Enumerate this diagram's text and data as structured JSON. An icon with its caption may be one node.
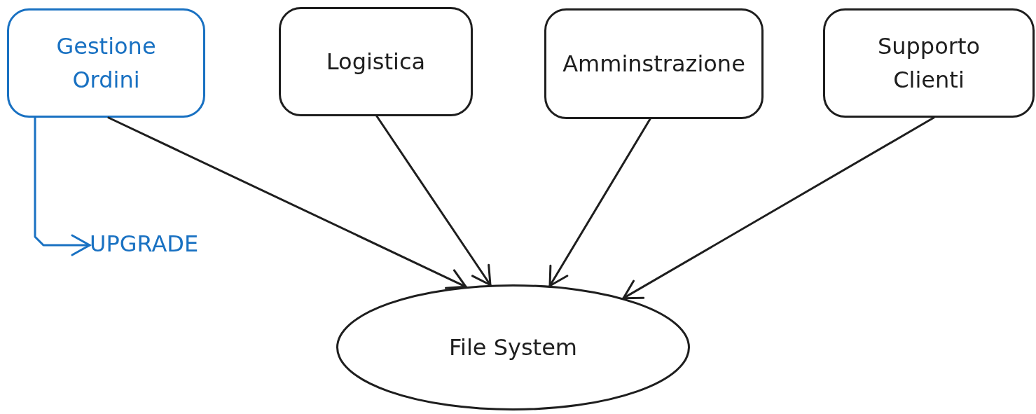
{
  "diagram": {
    "nodes": [
      {
        "text": [
          "Gestione Ordini"
        ]
      },
      {
        "text": [
          "Logistica"
        ]
      },
      {
        "text": [
          "Amminstrazione"
        ]
      },
      {
        "text": [
          "Supporto Clienti"
        ]
      },
      {
        "text": [
          "File System"
        ]
      },
      {
        "text": [
          "UPGRADE"
        ]
      }
    ],
    "edges": [
      {
        "from": 0,
        "to": 4,
        "arrow": "to"
      },
      {
        "from": 1,
        "to": 4,
        "arrow": "to"
      },
      {
        "from": 2,
        "to": 4,
        "arrow": "to"
      },
      {
        "from": 3,
        "to": 4,
        "arrow": "to"
      },
      {
        "from": 0,
        "to": 5,
        "arrow": "to",
        "color": "#1971c2"
      }
    ]
  }
}
